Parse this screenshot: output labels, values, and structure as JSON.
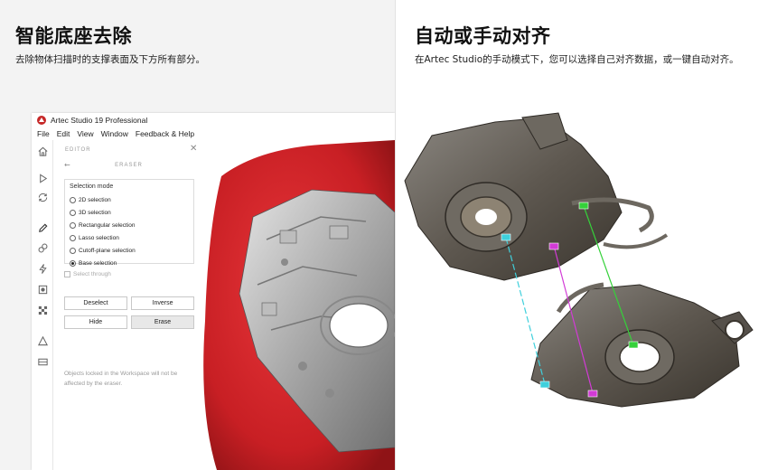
{
  "left_panel": {
    "title": "智能底座去除",
    "subtitle": "去除物体扫描时的支撑表面及下方所有部分。"
  },
  "right_panel": {
    "title": "自动或手动对齐",
    "subtitle": "在Artec Studio的手动模式下，您可以选择自己对齐数据，或一键自动对齐。"
  },
  "app": {
    "title": "Artec Studio 19 Professional",
    "menu": [
      "File",
      "Edit",
      "View",
      "Window",
      "Feedback & Help"
    ],
    "toolbar_icons": [
      "home-icon",
      "play-icon",
      "sync-icon",
      "pencil-icon",
      "link-icon",
      "lightning-icon",
      "texture-icon",
      "checker-icon",
      "measure-triangle-icon",
      "ruler-icon"
    ]
  },
  "editor": {
    "header": "EDITOR",
    "section": "ERASER",
    "selection_mode_title": "Selection mode",
    "options": [
      "2D selection",
      "3D selection",
      "Rectangular selection",
      "Lasso selection",
      "Cutoff-plane selection",
      "Base selection"
    ],
    "selected_option": "Base selection",
    "select_through_label": "Select through",
    "buttons": {
      "deselect": "Deselect",
      "inverse": "Inverse",
      "hide": "Hide",
      "erase": "Erase"
    },
    "note": "Objects locked in the Workspace will not be affected by the eraser."
  },
  "colors": {
    "accent_red": "#d62027",
    "point_cyan": "#3fd0dc",
    "point_magenta": "#d23bd6",
    "point_green": "#35d13a"
  }
}
